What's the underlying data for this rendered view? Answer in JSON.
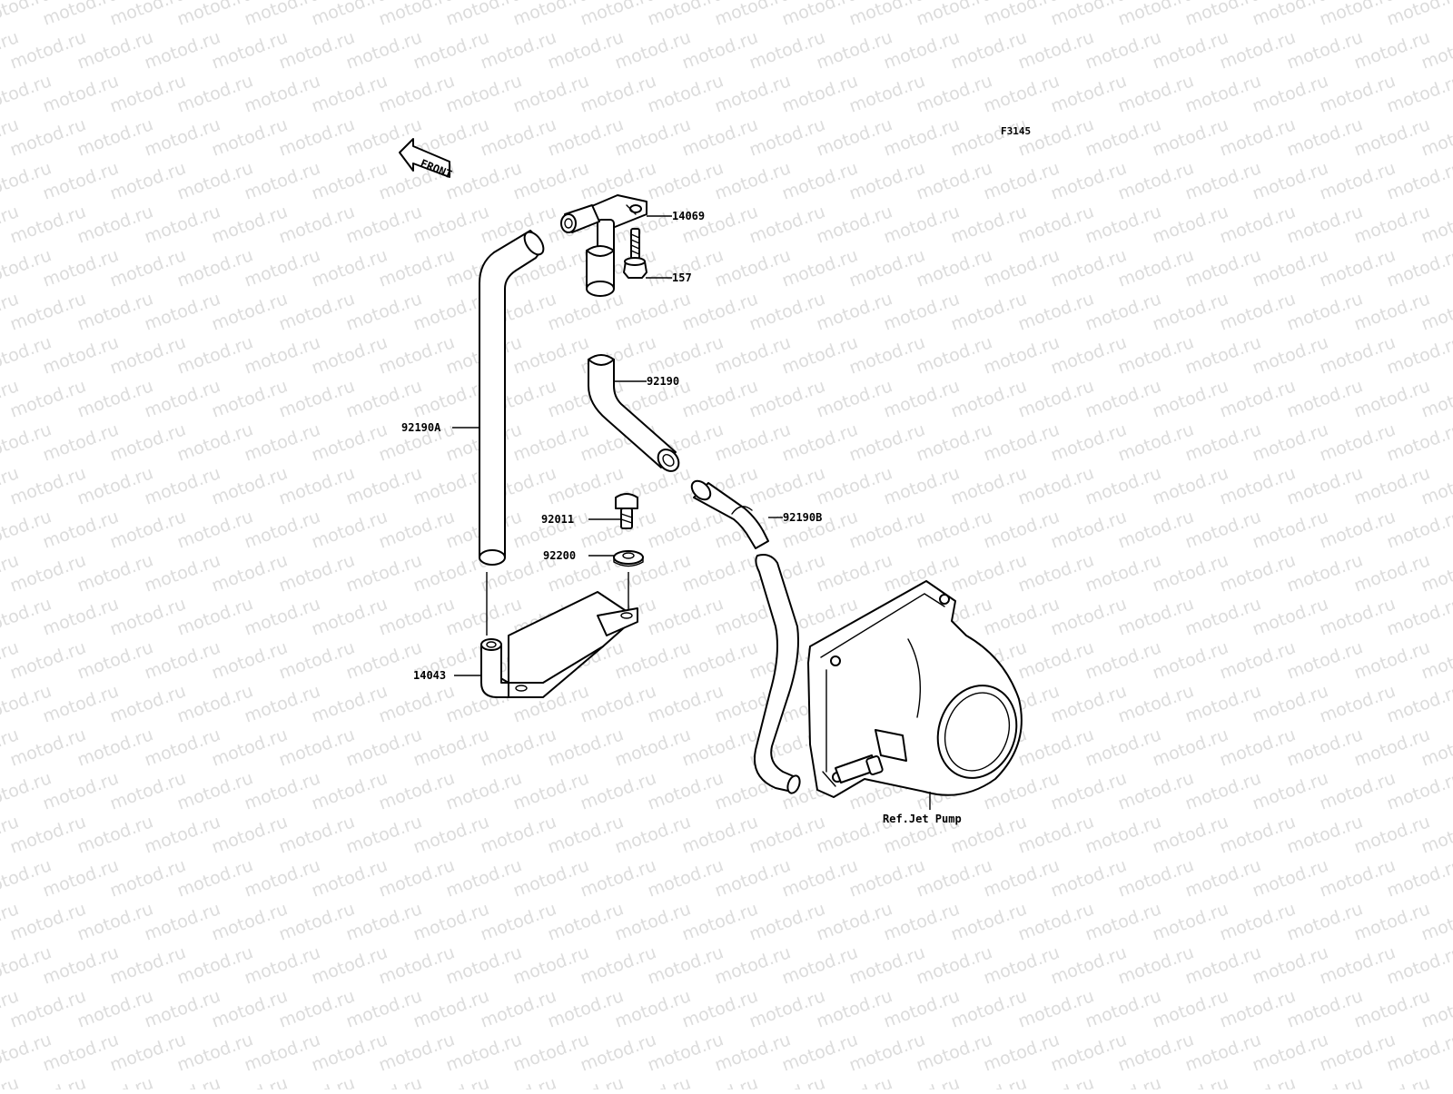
{
  "diagram": {
    "figure_code": "F3145",
    "front_label": "FRONT",
    "watermark": "motod.ru",
    "labels": {
      "part_14069": "14069",
      "part_157": "157",
      "part_92190": "92190",
      "part_92190A": "92190A",
      "part_92190B": "92190B",
      "part_92011": "92011",
      "part_92200": "92200",
      "part_14043": "14043",
      "ref_jet_pump": "Ref.Jet Pump"
    }
  }
}
